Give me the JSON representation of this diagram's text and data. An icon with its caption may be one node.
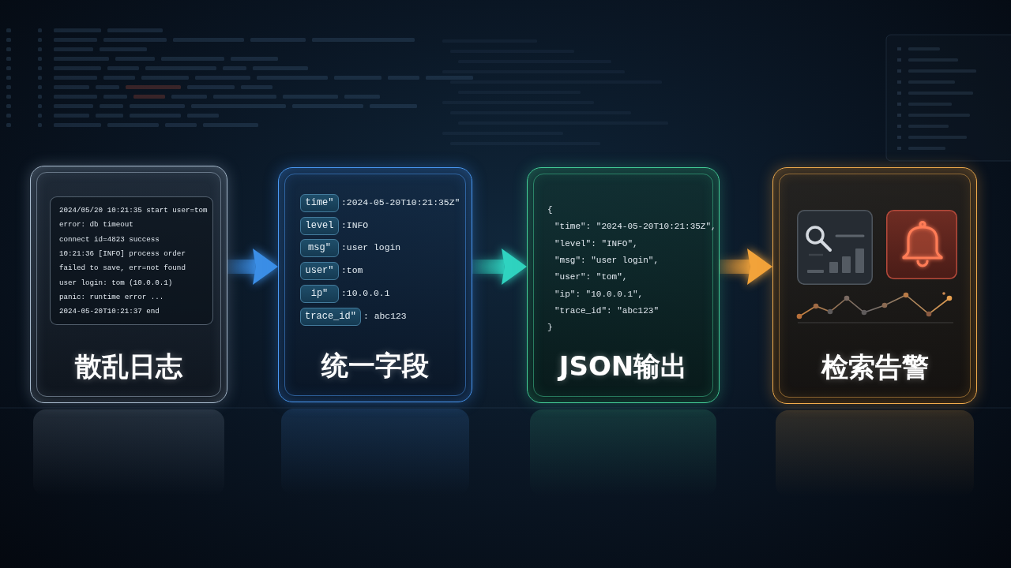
{
  "diagram": {
    "nodes": [
      {
        "text": [
          "散乱日志"
        ]
      },
      {
        "text": [
          "2024/05/20 10:21:35 start user=tom",
          "error: db timeout",
          "connect id=4823 success",
          "10:21:36 [INFO] process order",
          "failed to save, err=not found",
          "user login: tom (10.0.0.1)",
          "panic: runtime error ...",
          "2024-05-20T10:21:37 end"
        ],
        "in": 0
      },
      {
        "text": [
          "统一字段"
        ]
      },
      {
        "text": [
          "time\""
        ],
        "beside": [
          ":2024-05-20T10:21:35Z\""
        ],
        "in": 2
      },
      {
        "text": [
          "level"
        ],
        "beside": [
          ":INFO"
        ],
        "in": 2
      },
      {
        "text": [
          "msg\""
        ],
        "beside": [
          ":user login"
        ],
        "in": 2
      },
      {
        "text": [
          "user\""
        ],
        "beside": [
          ":tom"
        ],
        "in": 2
      },
      {
        "text": [
          "ip\""
        ],
        "beside": [
          ":10.0.0.1"
        ],
        "in": 2
      },
      {
        "text": [
          "trace_id\""
        ],
        "beside": [
          ": abc123"
        ],
        "in": 2
      },
      {
        "text": [
          "{",
          "\"time\": \"2024-05-20T10:21:35Z\",",
          "\"level\": \"INFO\",",
          "\"msg\": \"user login\",",
          "\"user\": \"tom\",",
          "\"ip\": \"10.0.0.1\",",
          "\"trace_id\": \"abc123\"",
          "}",
          "JSON输出"
        ]
      },
      {
        "text": [
          "检索告警"
        ]
      }
    ],
    "edges": [
      {
        "from": 0,
        "to": 2,
        "arrow": "to",
        "style": "thick",
        "color": "#3b8ee6"
      },
      {
        "from": 2,
        "to": 9,
        "arrow": "to",
        "style": "thick",
        "color": "#2fd3c0"
      },
      {
        "from": 9,
        "to": 10,
        "arrow": "to",
        "style": "thick",
        "color": "#f2a33a"
      }
    ]
  }
}
